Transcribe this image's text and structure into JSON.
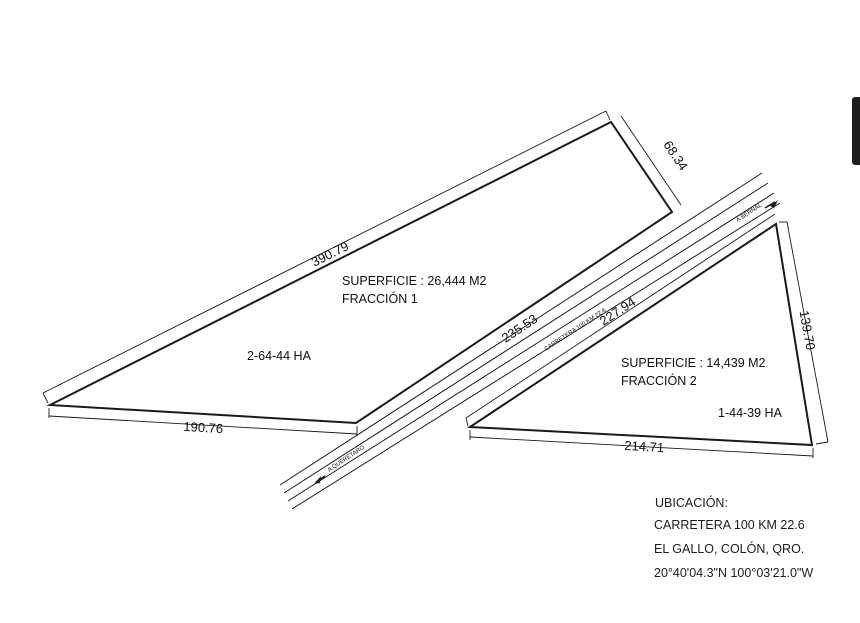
{
  "fraccion1": {
    "superficie": "SUPERFICIE : 26,444 M2",
    "nombre": "FRACCIÓN 1",
    "hectareas": "2-64-44 HA",
    "dim_top": "390.79",
    "dim_right": "68.34",
    "dim_road": "235.53",
    "dim_bottom": "190.76"
  },
  "fraccion2": {
    "superficie": "SUPERFICIE : 14,439 M2",
    "nombre": "FRACCIÓN 2",
    "hectareas": "1-44-39 HA",
    "dim_road": "227.94",
    "dim_right": "139.70",
    "dim_bottom": "214.71"
  },
  "carretera": {
    "nombre": "CARRETERA 100 KM 22.6",
    "a_bernal": "A BERNAL",
    "a_queretaro": "A QUERÉTARO"
  },
  "ubicacion": {
    "titulo": "UBICACIÓN:",
    "linea1": "CARRETERA 100 KM 22.6",
    "linea2": "EL GALLO, COLÓN, QRO.",
    "linea3": "20°40'04.3\"N 100°03'21.0\"W"
  },
  "colors": {
    "line": "#1a1a1a",
    "text": "#111111",
    "background": "#ffffff"
  }
}
